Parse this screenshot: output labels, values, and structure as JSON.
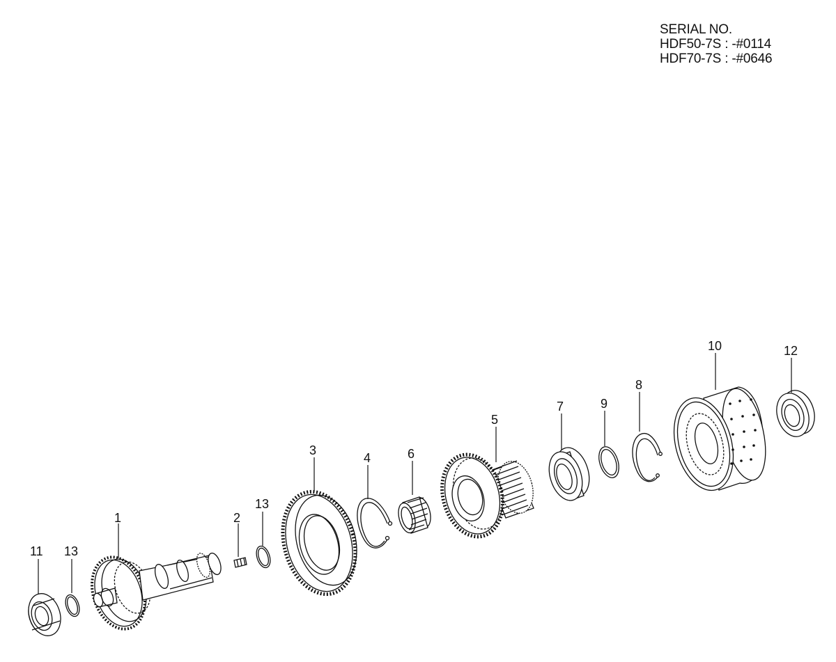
{
  "serial": {
    "heading": "SERIAL NO.",
    "line1": "HDF50-7S : -#0114",
    "line2": "HDF70-7S : -#0646"
  },
  "callouts": {
    "p1": "1",
    "p2": "2",
    "p3": "3",
    "p4": "4",
    "p5": "5",
    "p6": "6",
    "p7": "7",
    "p8": "8",
    "p9": "9",
    "p10": "10",
    "p11": "11",
    "p12": "12",
    "p13a": "13",
    "p13b": "13"
  }
}
